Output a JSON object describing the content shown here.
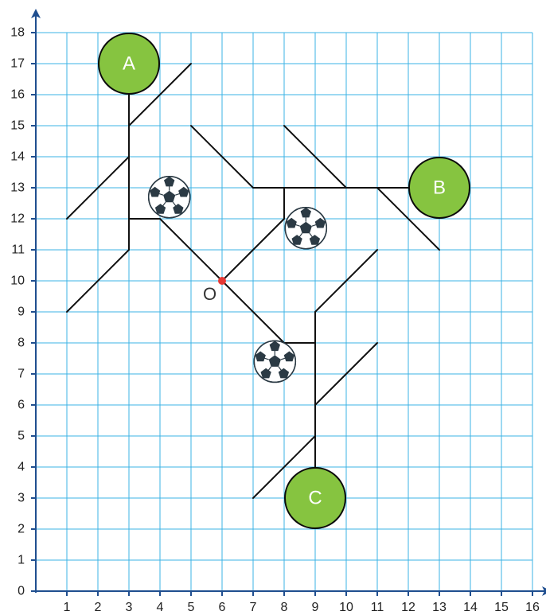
{
  "axes": {
    "x_ticks": [
      "1",
      "2",
      "3",
      "4",
      "5",
      "6",
      "7",
      "8",
      "9",
      "10",
      "11",
      "12",
      "13",
      "14",
      "15",
      "16"
    ],
    "y_ticks": [
      "0",
      "1",
      "2",
      "3",
      "4",
      "5",
      "6",
      "7",
      "8",
      "9",
      "10",
      "11",
      "12",
      "13",
      "14",
      "15",
      "16",
      "17",
      "18"
    ],
    "x_range": [
      0,
      16
    ],
    "y_range": [
      0,
      18
    ]
  },
  "colors": {
    "grid": "#3bb3e6",
    "axis": "#1f4e8f",
    "path": "#111111",
    "goal_fill": "#86c440",
    "origin_point": "#e53935"
  },
  "origin": {
    "label": "O",
    "x": 6,
    "y": 10
  },
  "goals": [
    {
      "label": "A",
      "x": 3,
      "y": 17
    },
    {
      "label": "B",
      "x": 13,
      "y": 13
    },
    {
      "label": "C",
      "x": 9,
      "y": 3
    }
  ],
  "balls": [
    {
      "icon": "soccer-ball-icon",
      "x": 4.3,
      "y": 12.7
    },
    {
      "icon": "soccer-ball-icon",
      "x": 8.7,
      "y": 11.7
    },
    {
      "icon": "soccer-ball-icon",
      "x": 7.7,
      "y": 7.4
    }
  ],
  "segments": [
    [
      3,
      16,
      3,
      15
    ],
    [
      3,
      15,
      5,
      17
    ],
    [
      3,
      15,
      3,
      14
    ],
    [
      3,
      14,
      1,
      12
    ],
    [
      3,
      14,
      3,
      12
    ],
    [
      3,
      12,
      4,
      12
    ],
    [
      3,
      12,
      3,
      11
    ],
    [
      3,
      11,
      1,
      9
    ],
    [
      4,
      12,
      6,
      10
    ],
    [
      6,
      10,
      8,
      12
    ],
    [
      8,
      12,
      8,
      13
    ],
    [
      5,
      15,
      7,
      13
    ],
    [
      7,
      13,
      8,
      13
    ],
    [
      8,
      13,
      10,
      13
    ],
    [
      8,
      15,
      10,
      13
    ],
    [
      10,
      13,
      11,
      13
    ],
    [
      11,
      13,
      12,
      13
    ],
    [
      11,
      13,
      13,
      11
    ],
    [
      6,
      10,
      8,
      8
    ],
    [
      8,
      8,
      9,
      8
    ],
    [
      9,
      8,
      9,
      9
    ],
    [
      9,
      9,
      11,
      11
    ],
    [
      9,
      8,
      9,
      6
    ],
    [
      9,
      6,
      11,
      8
    ],
    [
      9,
      6,
      9,
      5
    ],
    [
      9,
      5,
      7,
      3
    ],
    [
      9,
      5,
      9,
      4
    ]
  ]
}
